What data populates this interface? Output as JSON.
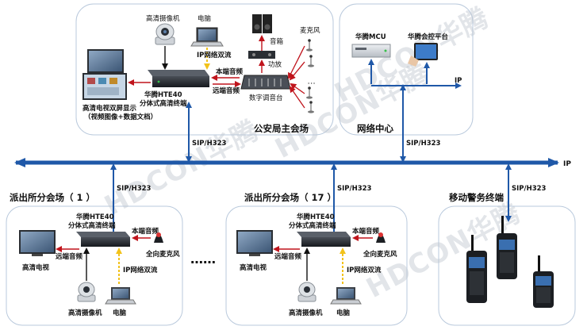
{
  "watermark": "HDCON华腾",
  "backbone": {
    "label": "IP",
    "color": "#1f58a8"
  },
  "colors": {
    "blue": "#1f58a8",
    "red": "#c0141c",
    "yellow": "#f2c21a",
    "black": "#111111",
    "panel_border": "#b9c9dc"
  },
  "main_site": {
    "title": "公安局主会场",
    "camera": "高清摄像机",
    "pc": "电脑",
    "ip_dual": "IP网络双流",
    "speaker": "音箱",
    "amp": "功放",
    "mic": "麦克风",
    "local_audio": "本端音频",
    "remote_audio": "远端音频",
    "mixer": "数字调音台",
    "terminal_line1": "华腾HTE40",
    "terminal_line2": "分体式高清终端",
    "tv_line1": "高清电视双屏显示",
    "tv_line2": "（视频图像+数据文档）",
    "sip": "SIP/H323"
  },
  "network_center": {
    "title": "网络中心",
    "mcu": "华腾MCU",
    "platform": "华腾会控平台",
    "ip": "IP",
    "sip": "SIP/H323"
  },
  "branch1": {
    "title": "派出所分会场（ 1 ）",
    "sip": "SIP/H323",
    "terminal_line1": "华腾HTE40",
    "terminal_line2": "分体式高清终端",
    "local_audio": "本端音频",
    "remote_audio": "远端音频",
    "mic": "全向麦克风",
    "tv": "高清电视",
    "ip_dual": "IP网络双流",
    "camera": "高清摄像机",
    "pc": "电脑"
  },
  "ellipsis": "……",
  "branch17": {
    "title": "派出所分会场（ 17 ）",
    "sip": "SIP/H323",
    "terminal_line1": "华腾HTE40",
    "terminal_line2": "分体式高清终端",
    "local_audio": "本端音频",
    "remote_audio": "远端音频",
    "mic": "全向麦克风",
    "tv": "高清电视",
    "ip_dual": "IP网络双流",
    "camera": "高清摄像机",
    "pc": "电脑"
  },
  "mobile": {
    "title": "移动警务终端",
    "sip": "SIP/H323"
  }
}
